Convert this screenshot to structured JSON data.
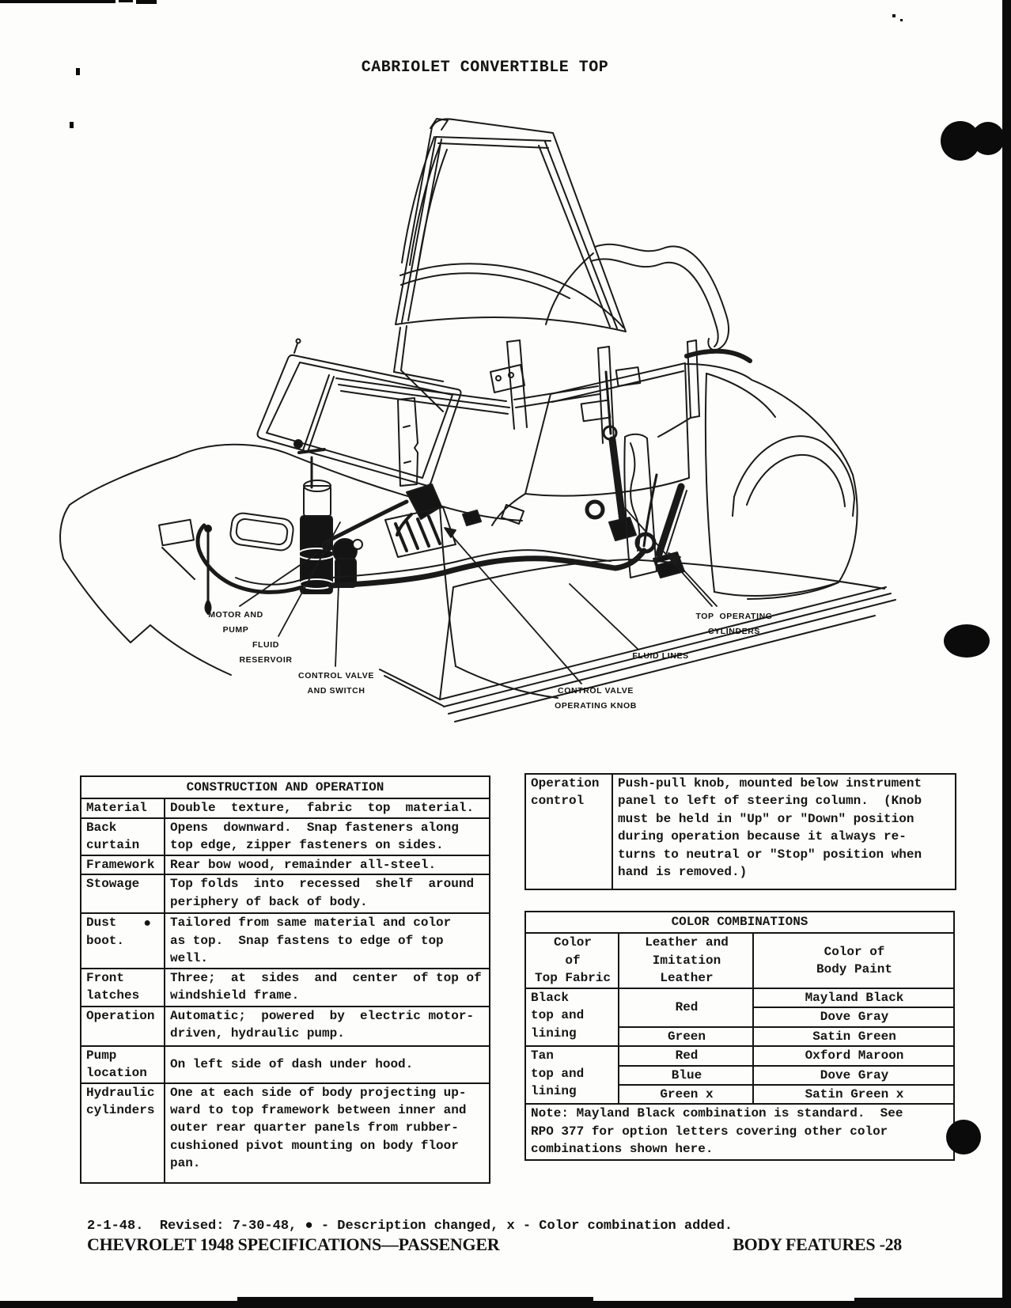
{
  "page": {
    "title": "CABRIOLET CONVERTIBLE TOP",
    "footer": {
      "revision": "2-1-48.  Revised: 7-30-48, ● - Description changed, x - Color combination added.",
      "left": "CHEVROLET 1948 SPECIFICATIONS—PASSENGER",
      "right": "BODY FEATURES -28"
    }
  },
  "diagram": {
    "labels": {
      "motor_pump": "MOTOR AND\nPUMP",
      "fluid_reservoir": "FLUID\nRESERVOIR",
      "control_valve_switch": "CONTROL VALVE\nAND SWITCH",
      "top_cylinders": "TOP  OPERATING\nCYLINDERS",
      "fluid_lines": "FLUID LINES",
      "control_valve_knob": "CONTROL VALVE\nOPERATING KNOB"
    }
  },
  "construction_table": {
    "title": "CONSTRUCTION AND OPERATION",
    "rows": [
      {
        "label": "Material",
        "text": "Double  texture,  fabric  top  material."
      },
      {
        "label": "Back\ncurtain",
        "text": "Opens  downward.  Snap fasteners along\ntop edge, zipper fasteners on sides."
      },
      {
        "label": "Framework",
        "text": "Rear bow wood, remainder all-steel."
      },
      {
        "label": "Stowage",
        "text": "Top folds  into  recessed  shelf  around\nperiphery of back of body."
      },
      {
        "label": "Dust\nboot.",
        "bullet": "●",
        "text": "Tailored from same material and color\nas top.  Snap fastens to edge of top well."
      },
      {
        "label": "Front\nlatches",
        "text": "Three;  at  sides  and  center  of top of\nwindshield frame."
      },
      {
        "label": "Operation",
        "text": "Automatic;  powered  by  electric motor-\ndriven, hydraulic pump."
      },
      {
        "label": "Pump\nlocation",
        "text": "On left side of dash under hood."
      },
      {
        "label": "Hydraulic\ncylinders",
        "text": "One at each side of body projecting up-\nward to top framework between inner and\nouter rear quarter panels from rubber-\ncushioned pivot mounting on body floor\npan."
      }
    ]
  },
  "operation_control": {
    "label": "Operation\ncontrol",
    "text": "Push-pull knob, mounted below instrument\npanel to left of steering column.  (Knob\nmust be held in \"Up\" or \"Down\" position\nduring operation because it always re-\nturns to neutral or \"Stop\" position when\nhand is removed.)"
  },
  "color_table": {
    "title": "COLOR COMBINATIONS",
    "headers": [
      "Color\nof\nTop Fabric",
      "Leather and\nImitation\nLeather",
      "Color of\nBody Paint"
    ],
    "groups": [
      {
        "fabric": "Black\ntop and\nlining",
        "rows": [
          {
            "leather": "Red",
            "paints": [
              "Mayland Black",
              "Dove Gray"
            ]
          },
          {
            "leather": "Green",
            "paints": [
              "Satin Green"
            ]
          }
        ]
      },
      {
        "fabric": "Tan\ntop and\nlining",
        "rows": [
          {
            "leather": "Red",
            "paints": [
              "Oxford Maroon"
            ]
          },
          {
            "leather": "Blue",
            "paints": [
              "Dove Gray"
            ]
          },
          {
            "leather": "Green x",
            "paints": [
              "Satin Green x"
            ]
          }
        ]
      }
    ],
    "note": "Note: Mayland Black combination is standard.  See\nRPO 377 for option letters covering other color\ncombinations shown here."
  }
}
